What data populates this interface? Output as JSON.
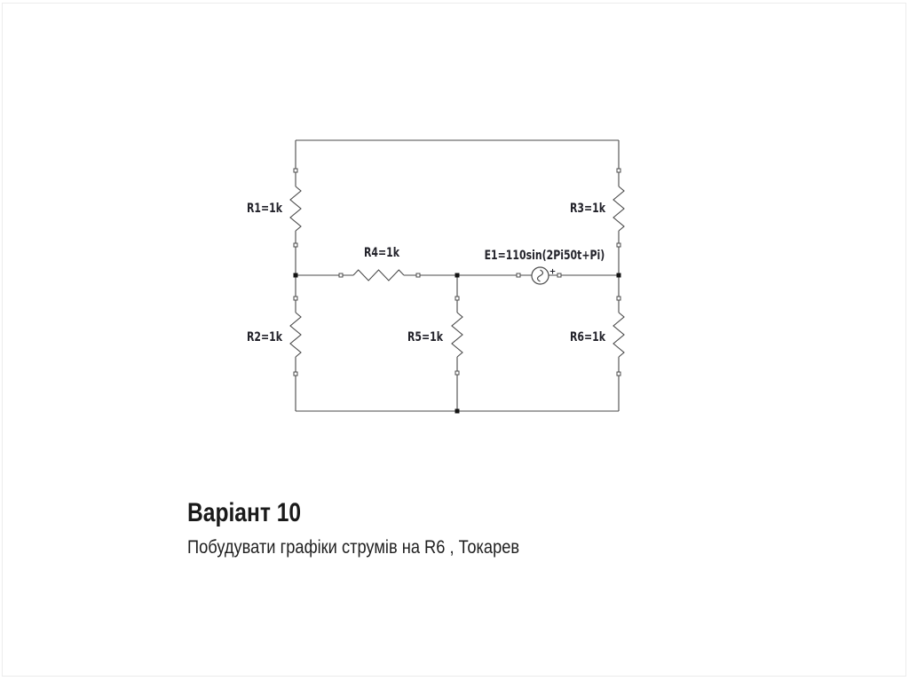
{
  "slide": {
    "title": "Варіант 10",
    "subtitle": "Побудувати графіки струмів на R6 , Токарев"
  },
  "circuit": {
    "labels": {
      "r1": "R1=1k",
      "r2": "R2=1k",
      "r3": "R3=1k",
      "r4": "R4=1k",
      "r5": "R5=1k",
      "r6": "R6=1k",
      "e1": "E1=110sin(2Pi50t+Pi)"
    },
    "source": {
      "plus": "+"
    }
  },
  "theme": {
    "background": "#ffffff",
    "border": "#ececec",
    "wire": "#4a4a4a",
    "terminal_fill": "#ffffff",
    "junction": "#141414",
    "label_color": "#23232b",
    "heading_color": "#1a1a1a",
    "body_color": "#1f1f1f"
  }
}
